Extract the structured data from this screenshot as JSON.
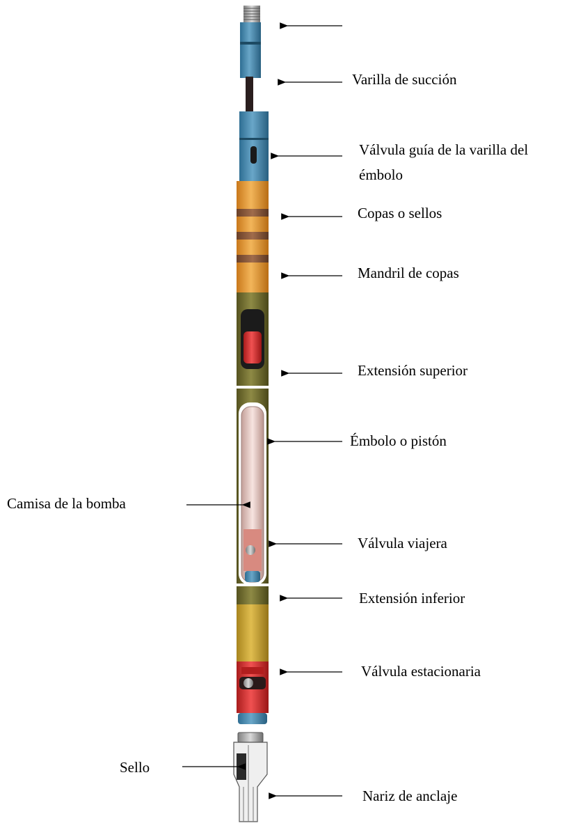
{
  "diagram": {
    "title": "",
    "labels": {
      "top_unlabeled": "",
      "varilla_succion": "Varilla de succión",
      "valvula_guia_1": "Válvula guía de la varilla del",
      "valvula_guia_2": "émbolo",
      "copas_sellos": "Copas o sellos",
      "mandril_copas": "Mandril de copas",
      "extension_superior": "Extensión superior",
      "embolo_piston": "Émbolo o pistón",
      "camisa_bomba": "Camisa de la bomba",
      "valvula_viajera": "Válvula viajera",
      "extension_inferior": "Extensión inferior",
      "valvula_estacionaria": "Válvula estacionaria",
      "sello": "Sello",
      "nariz_anclaje": "Nariz de anclaje"
    },
    "colors": {
      "blue": "#3f7fa6",
      "orange": "#e39a2c",
      "copper": "#8a5a3c",
      "olive": "#6d6a2e",
      "red": "#d32a2a",
      "silver": "#e2c3bd",
      "gold": "#c9a233",
      "white": "#ffffff"
    }
  }
}
